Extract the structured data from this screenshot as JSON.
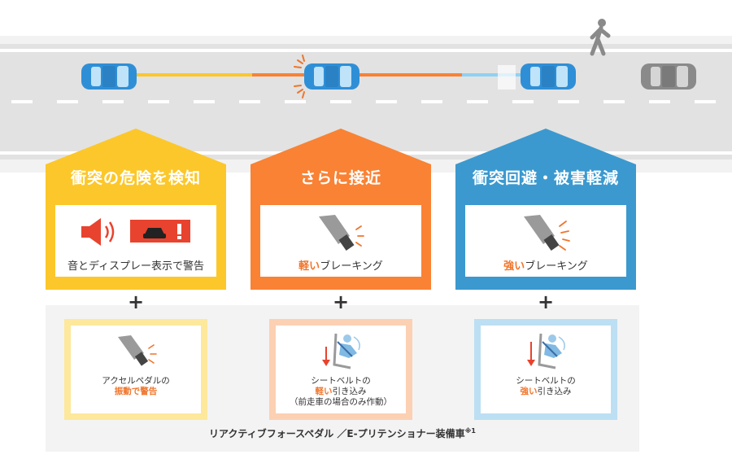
{
  "colors": {
    "yellow": "#fcc72a",
    "orange": "#f98234",
    "blue": "#3b99cf",
    "highlight": "#f0742a",
    "road": "#e2e2e2",
    "car_blue": "#2f8fd6",
    "car_gray": "#8a8a8a"
  },
  "road_icons": [
    "car-blue-icon",
    "car-blue-icon",
    "car-blue-icon",
    "car-gray-icon",
    "pedestrian-icon"
  ],
  "stages": [
    {
      "title": "衝突の危険を検知",
      "caption": "音とディスプレー表示で警告",
      "icons": [
        "speaker-icon",
        "display-warning-icon"
      ]
    },
    {
      "title": "さらに接近",
      "caption_highlight": "軽い",
      "caption_rest": "ブレーキング",
      "icons": [
        "brake-pedal-icon"
      ]
    },
    {
      "title": "衝突回避・被害軽減",
      "caption_highlight": "強い",
      "caption_rest": "ブレーキング",
      "icons": [
        "brake-pedal-icon"
      ]
    }
  ],
  "plus": "+",
  "sub_cards": [
    {
      "line1": "アクセルペダルの",
      "line2_highlight": "振動で警告",
      "icons": [
        "accelerator-pedal-icon"
      ]
    },
    {
      "line1": "シートベルトの",
      "line2_highlight": "軽い",
      "line2_rest": "引き込み",
      "line3": "（前走車の場合のみ作動）",
      "icons": [
        "seatbelt-driver-icon"
      ]
    },
    {
      "line1": "シートベルトの",
      "line2_highlight": "強い",
      "line2_rest": "引き込み",
      "icons": [
        "seatbelt-driver-icon"
      ]
    }
  ],
  "footer": {
    "text": "リアクティブフォースペダル ／E-プリテンショナー装備車",
    "note_mark": "※1"
  }
}
